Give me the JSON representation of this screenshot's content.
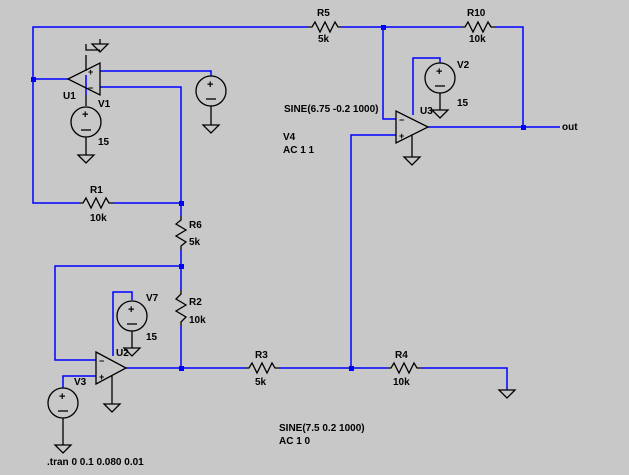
{
  "labels": {
    "r5": "R5",
    "r5_value": "5k",
    "r10": "R10",
    "r10_value": "10k",
    "v2": "V2",
    "v2_value": "15",
    "u3": "U3",
    "out": "out",
    "v4_source": "SINE(6.75 -0.2 1000)",
    "v4": "V4",
    "v4_ac": "AC 1 1",
    "u1": "U1",
    "v1": "V1",
    "v1_value": "15",
    "r1": "R1",
    "r1_value": "10k",
    "r6": "R6",
    "r6_value": "5k",
    "v7": "V7",
    "v7_value": "15",
    "r2": "R2",
    "r2_value": "10k",
    "u2": "U2",
    "v3": "V3",
    "r3": "R3",
    "r3_value": "5k",
    "r4": "R4",
    "r4_value": "10k",
    "v3_source": "SINE(7.5 0.2 1000)",
    "v3_ac": "AC 1 0",
    "tran": ".tran 0 0.1 0.080 0.01"
  },
  "colors": {
    "background": "#c8c8c8",
    "wire": "#0000ff",
    "component": "#000000"
  }
}
